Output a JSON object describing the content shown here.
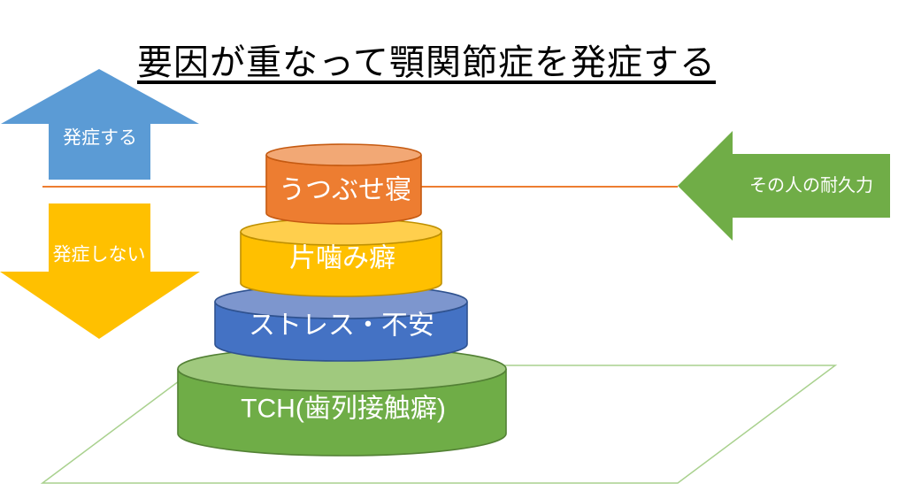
{
  "slide": {
    "title": "要因が重なって顎関節症を発症する",
    "threshold_line": {
      "color": "#ED7D31"
    },
    "arrows": {
      "up": {
        "label": "発症する",
        "color": "#5B9BD5"
      },
      "down": {
        "label": "発症しない",
        "color": "#FFC000"
      },
      "left": {
        "label": "その人の耐久力",
        "color": "#70AD47"
      }
    },
    "stack": {
      "levels": [
        {
          "label": "うつぶせ寝",
          "body_color": "#ED7D31",
          "top_color": "#F2A875",
          "outline_color": "#C55A11"
        },
        {
          "label": "片噛み癖",
          "body_color": "#FFC000",
          "top_color": "#FFCF4D",
          "outline_color": "#BF9000"
        },
        {
          "label": "ストレス・不安",
          "body_color": "#4472C4",
          "top_color": "#7D96CE",
          "outline_color": "#2F528F"
        },
        {
          "label": "TCH(歯列接触癖)",
          "body_color": "#6FAD47",
          "top_color": "#A0C97E",
          "outline_color": "#538135"
        }
      ]
    },
    "base_plane": {
      "outline_color": "#A9D18E"
    }
  }
}
